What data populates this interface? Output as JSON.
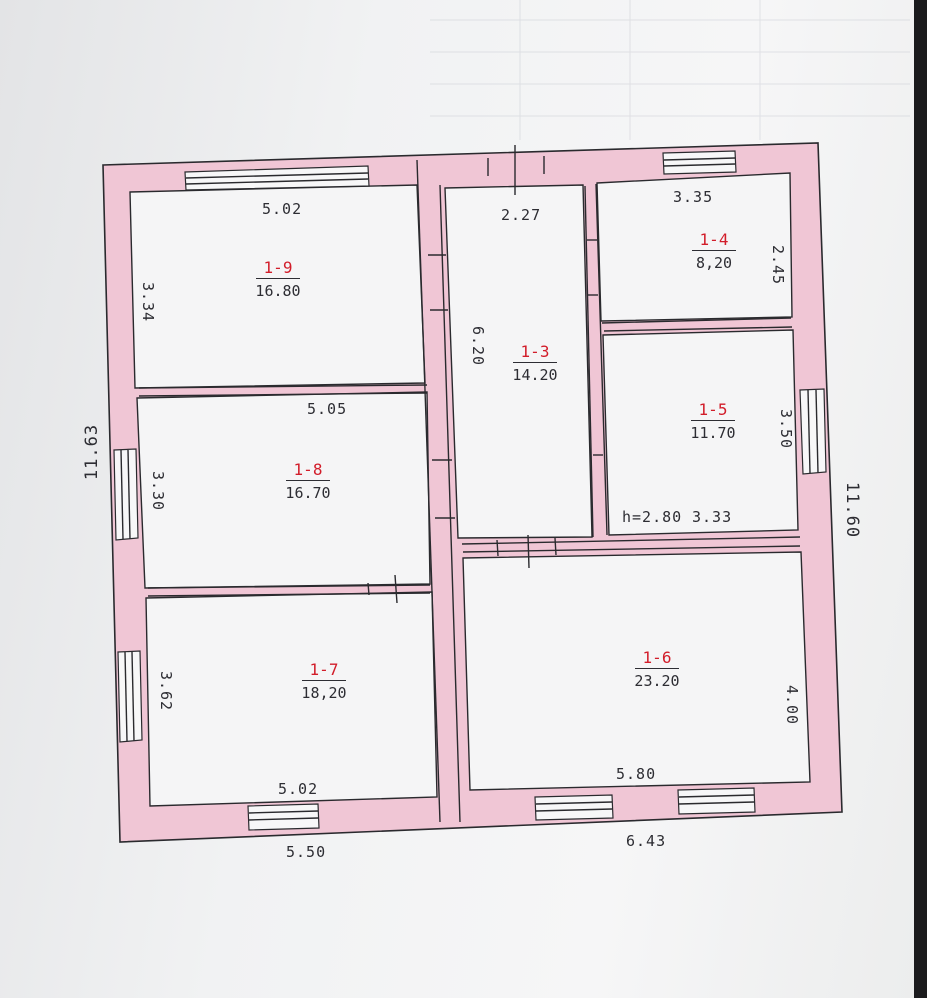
{
  "plan": {
    "rooms": [
      {
        "id": "1-9",
        "area": "16.80"
      },
      {
        "id": "1-8",
        "area": "16.70"
      },
      {
        "id": "1-7",
        "area": "18,20"
      },
      {
        "id": "1-3",
        "area": "14.20"
      },
      {
        "id": "1-4",
        "area": "8,20"
      },
      {
        "id": "1-5",
        "area": "11.70"
      },
      {
        "id": "1-6",
        "area": "23.20"
      }
    ],
    "dimensions": {
      "top_left_width": "5.02",
      "room9_height": "3.34",
      "room8_top_width": "5.05",
      "room8_height": "3.30",
      "room7_height": "3.62",
      "room7_bottom_width": "5.02",
      "outer_bottom_left": "5.50",
      "outer_left_height": "11.63",
      "room3_width": "2.27",
      "room3_height": "6.20",
      "room4_width": "3.35",
      "room4_height": "2.45",
      "room5_height": "3.50",
      "ceiling_height": "h=2.80",
      "room5_width": "3.33",
      "outer_right_height": "11.60",
      "room6_height": "4.00",
      "room6_width": "5.80",
      "outer_bottom_right": "6.43"
    }
  },
  "colors": {
    "wall_fill": "#f0c6d5",
    "room_id_ink": "#d21d2a",
    "ink": "#2a2a2e"
  }
}
